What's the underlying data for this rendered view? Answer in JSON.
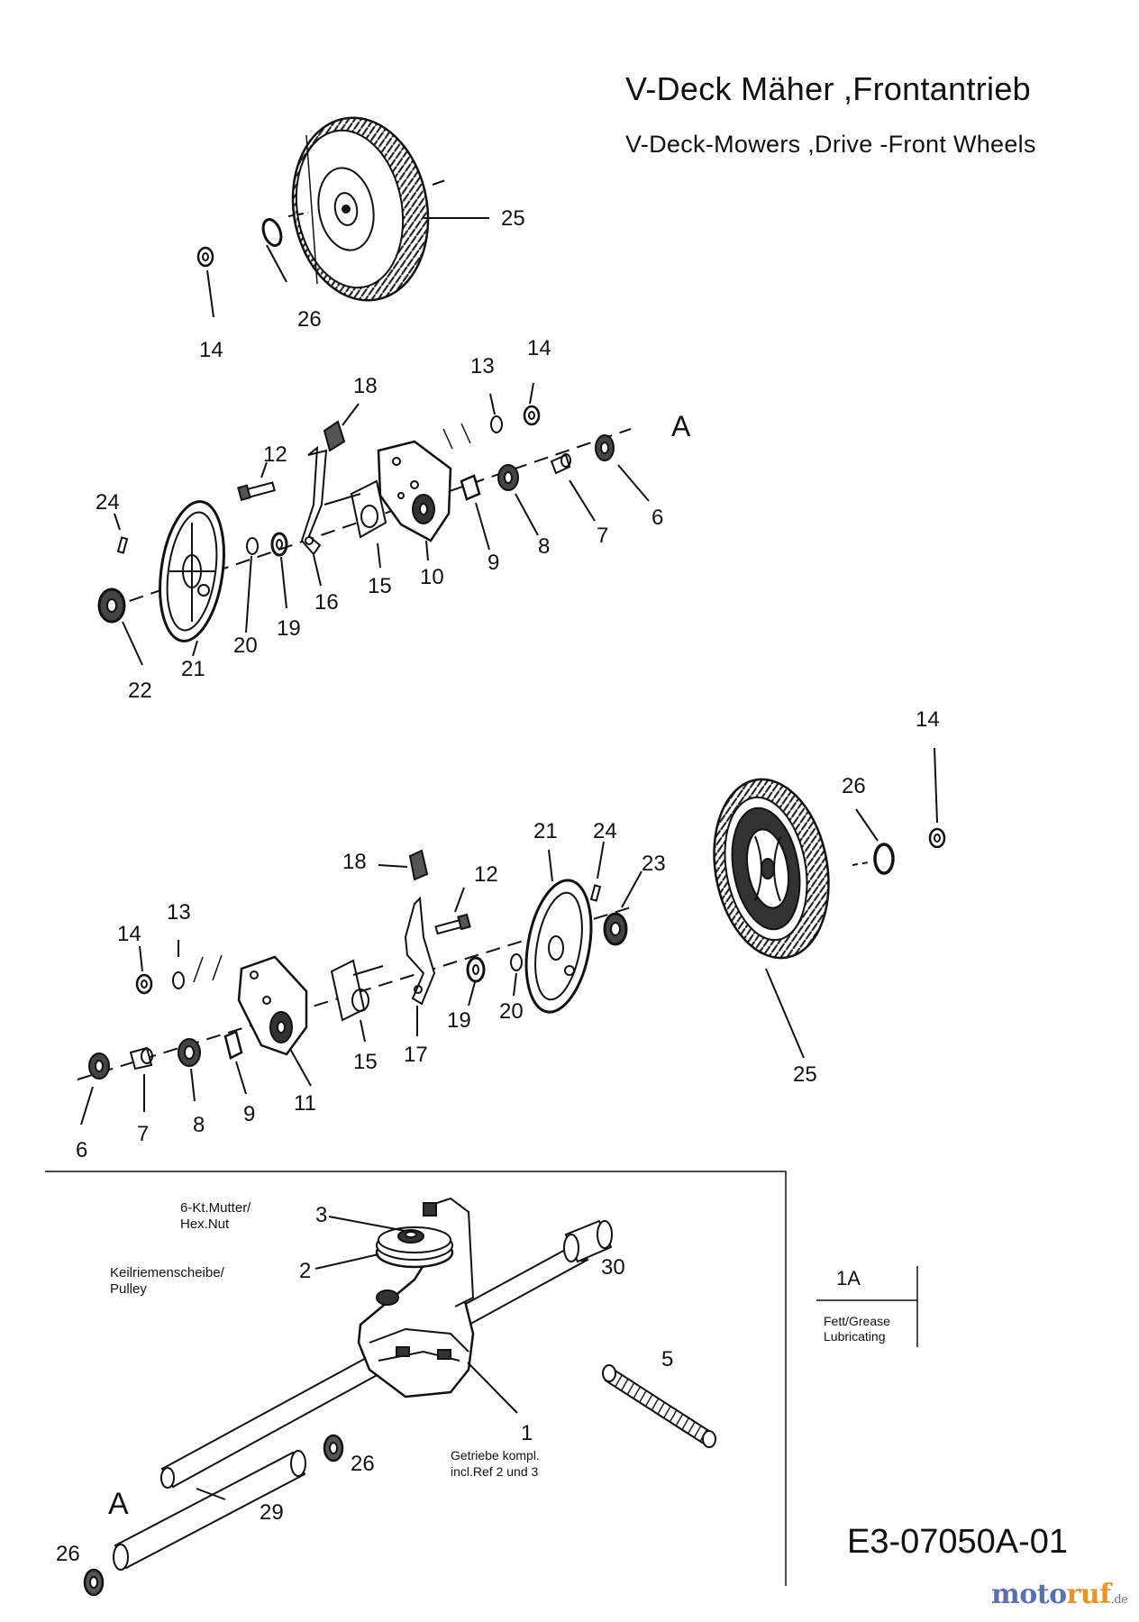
{
  "header": {
    "title": "V-Deck Mäher ,Frontantrieb",
    "subtitle": "V-Deck-Mowers ,Drive -Front Wheels"
  },
  "labels": {
    "l25a": "25",
    "l26a": "26",
    "l14a": "14",
    "l13a": "13",
    "l14b": "14",
    "l18a": "18",
    "lA1": "A",
    "l12a": "12",
    "l24a": "24",
    "l6a": "6",
    "l7a": "7",
    "l8a": "8",
    "l9a": "9",
    "l10": "10",
    "l15a": "15",
    "l16": "16",
    "l19a": "19",
    "l20a": "20",
    "l21a": "21",
    "l22": "22",
    "l14c": "14",
    "l26b": "26",
    "l21b": "21",
    "l24b": "24",
    "l23": "23",
    "l18b": "18",
    "l12b": "12",
    "l13b": "13",
    "l14d": "14",
    "l19b": "19",
    "l20b": "20",
    "l25b": "25",
    "l15b": "15",
    "l17": "17",
    "l11": "11",
    "l9b": "9",
    "l8b": "8",
    "l7b": "7",
    "l6b": "6",
    "l3": "3",
    "l2": "2",
    "l30": "30",
    "l5": "5",
    "l1": "1",
    "l26c": "26",
    "lA2": "A",
    "l29": "29",
    "l26d": "26"
  },
  "inset": {
    "nut_label": "6-Kt.Mutter/\nHex.Nut",
    "pulley_label": "Keilriemenscheibe/\nPulley",
    "gearbox_label": "Getriebe kompl.\nincl.Ref 2 und 3",
    "grease_ref": "1A",
    "grease_label": "Fett/Grease\nLubricating"
  },
  "footer": {
    "drawing_code": "E3-07050A-01",
    "logo_part1": "moto",
    "logo_part2": "ruf",
    "logo_part3": ".de"
  }
}
